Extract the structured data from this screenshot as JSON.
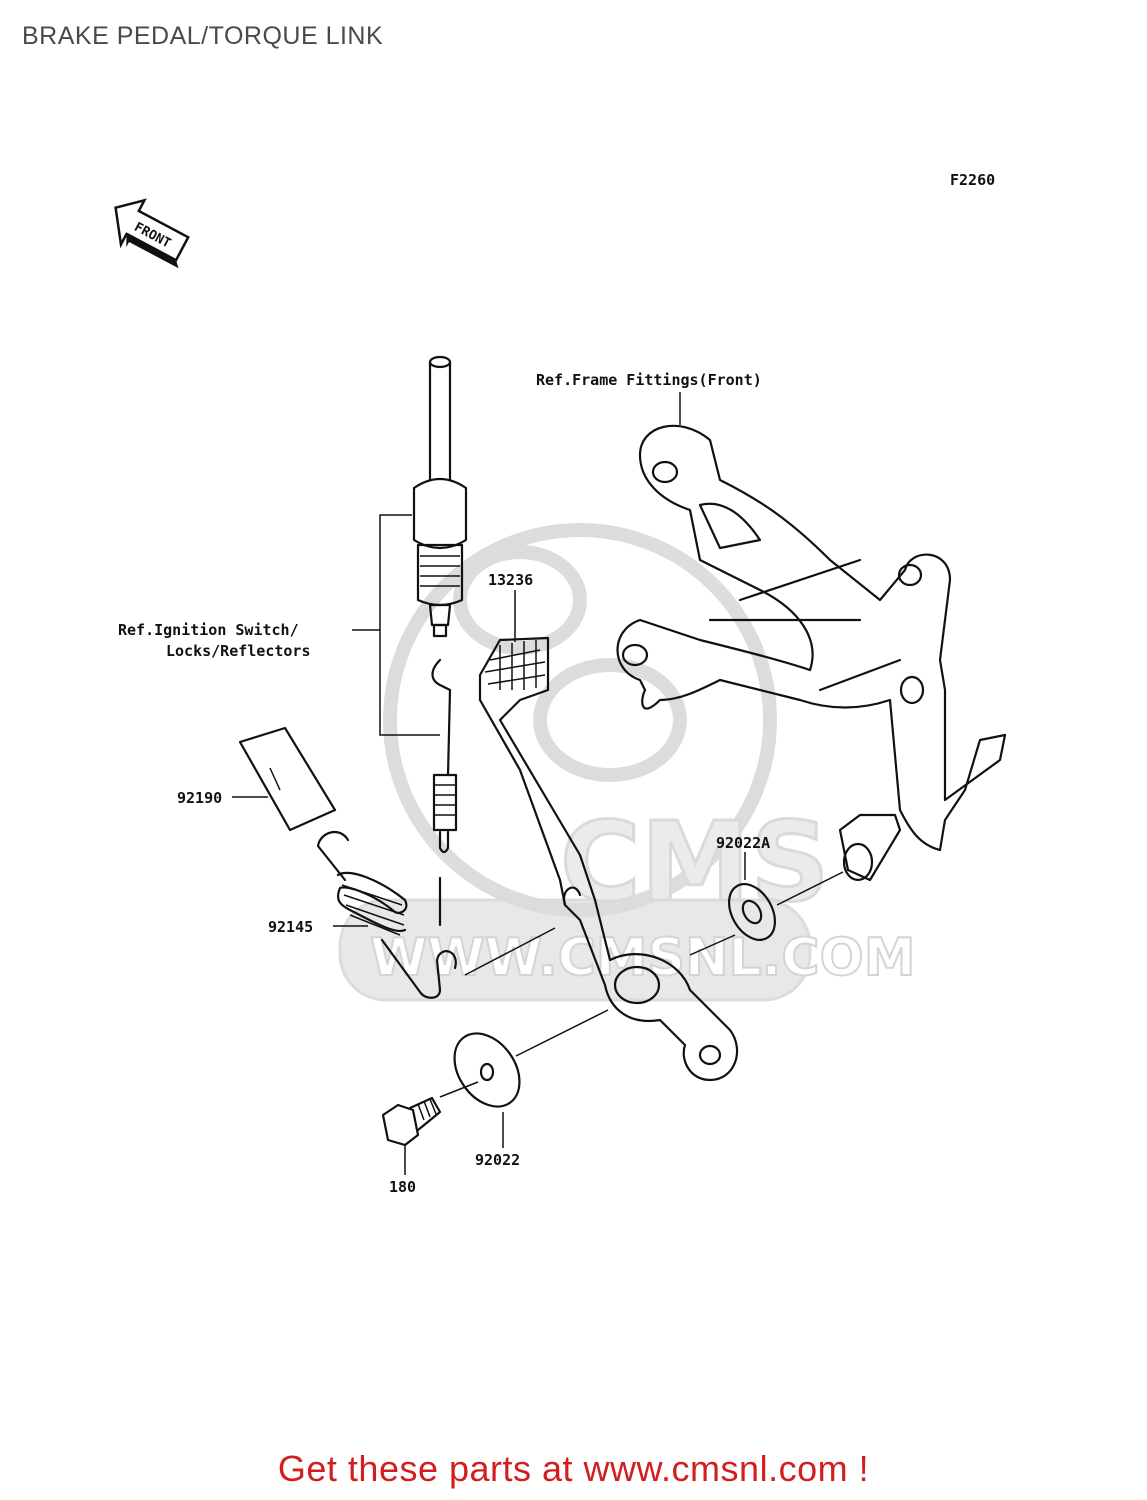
{
  "title": "BRAKE PEDAL/TORQUE LINK",
  "figure_code": "F2260",
  "front_marker": "FRONT",
  "watermark_text": "WWW.CMSNL.COM",
  "watermark_logo_text": "CMS",
  "callouts": {
    "frame_fittings": "Ref.Frame Fittings(Front)",
    "ignition_line1": "Ref.Ignition Switch/",
    "ignition_line2": "Locks/Reflectors",
    "p13236": "13236",
    "p92190": "92190",
    "p92022A": "92022A",
    "p92145": "92145",
    "p92022": "92022",
    "p180": "180"
  },
  "promo": "Get these parts at www.cmsnl.com !"
}
